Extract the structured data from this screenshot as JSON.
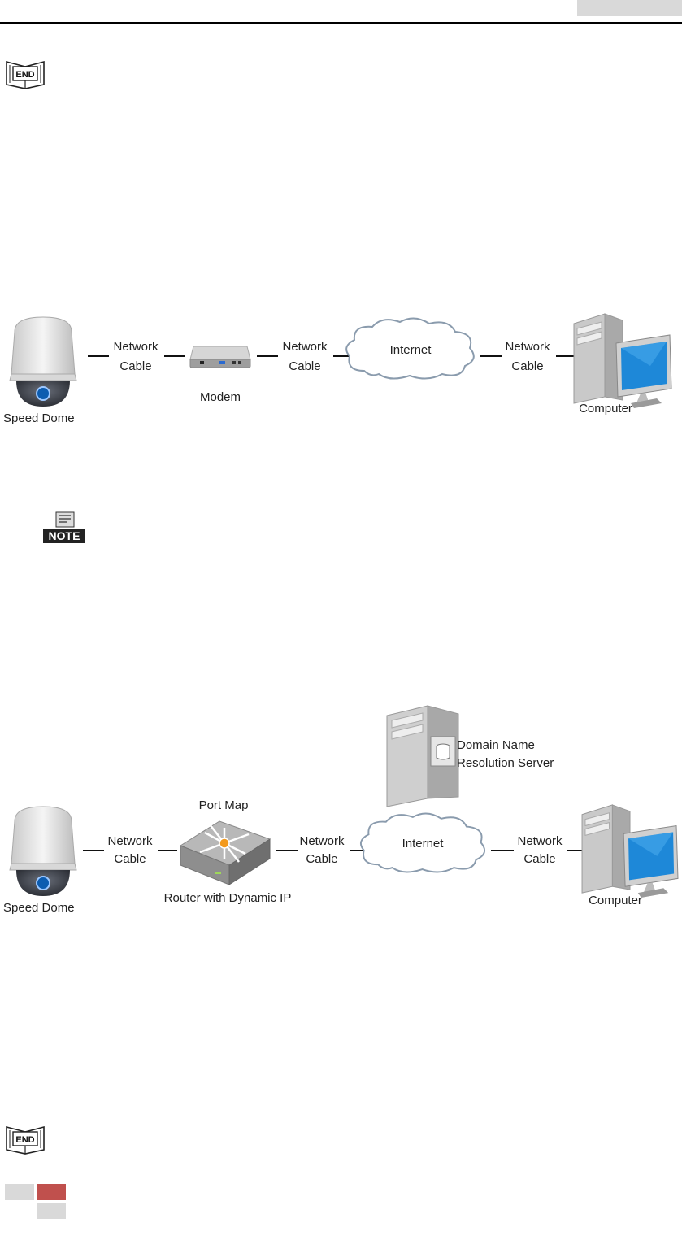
{
  "header": {},
  "icons": {
    "end": "END",
    "note": "NOTE"
  },
  "diagram1": {
    "speed_dome": "Speed Dome",
    "cable1": "Network Cable",
    "cable1a": "Network",
    "cable1b": "Cable",
    "modem": "Modem",
    "cable2a": "Network",
    "cable2b": "Cable",
    "internet": "Internet",
    "cable3a": "Network",
    "cable3b": "Cable",
    "computer": "Computer"
  },
  "diagram2": {
    "speed_dome": "Speed Dome",
    "cable1a": "Network",
    "cable1b": "Cable",
    "port_map": "Port Map",
    "router": "Router with Dynamic IP",
    "cable2a": "Network",
    "cable2b": "Cable",
    "internet": "Internet",
    "dns1": "Domain Name",
    "dns2": "Resolution Server",
    "cable3a": "Network",
    "cable3b": "Cable",
    "computer": "Computer"
  },
  "colors": {
    "accent_red": "#c0504d",
    "gray": "#d9d9d9",
    "screen_blue": "#1e88d8"
  }
}
